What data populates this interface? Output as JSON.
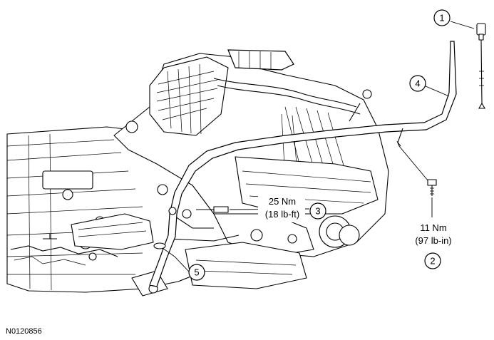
{
  "callouts": [
    {
      "number": "1"
    },
    {
      "number": "2"
    },
    {
      "number": "3"
    },
    {
      "number": "4"
    },
    {
      "number": "5"
    }
  ],
  "torque_specs": {
    "spec_3": {
      "metric": "25 Nm",
      "imperial": "(18 lb-ft)"
    },
    "spec_2": {
      "metric": "11 Nm",
      "imperial": "(97 lb-in)"
    }
  },
  "figure_id": "N0120856"
}
